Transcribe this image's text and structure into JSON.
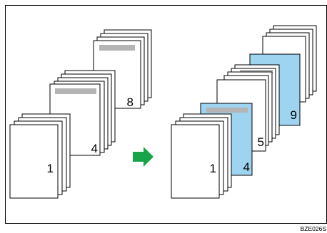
{
  "colors": {
    "page_fill": "#ffffff",
    "inserted_sheet_fill": "#9fd4f0",
    "header_bar": "#b4b4b4",
    "arrow": "#18a54a",
    "frame": "#000000"
  },
  "left_group": {
    "page_labels": [
      "1",
      "4",
      "8"
    ]
  },
  "arrow": {
    "icon": "right-arrow-icon"
  },
  "right_group": {
    "page_labels": [
      "1",
      "4",
      "5",
      "9"
    ]
  },
  "figure_code": "BZE026S"
}
